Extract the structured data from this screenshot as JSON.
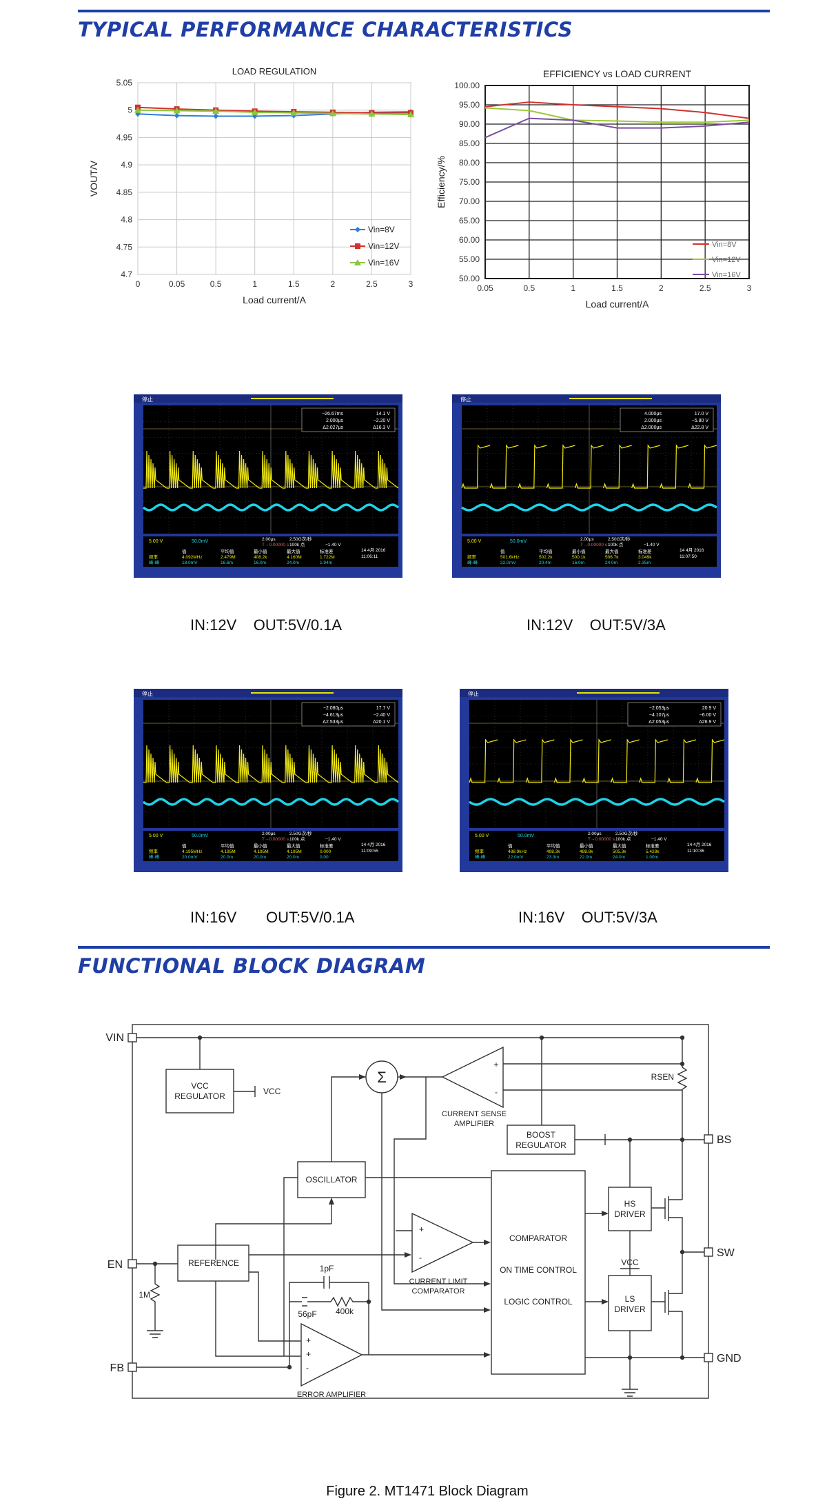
{
  "sections": {
    "performance": "TYPICAL PERFORMANCE CHARACTERISTICS",
    "block": "FUNCTIONAL BLOCK DIAGRAM"
  },
  "colors": {
    "brand": "#1f3fa6",
    "scope_frame": "#22389a",
    "trace_yellow": "#f2ea12",
    "trace_cyan": "#1ed2e8"
  },
  "chart_data": [
    {
      "type": "line",
      "title": "LOAD   REGULATION",
      "xlabel": "Load current/A",
      "ylabel": "VOUT/V",
      "categories": [
        "0",
        "0.05",
        "0.5",
        "1",
        "1.5",
        "2",
        "2.5",
        "3"
      ],
      "ylim": [
        4.7,
        5.05
      ],
      "yticks": [
        "5.05",
        "5",
        "4.95",
        "4.9",
        "4.85",
        "4.8",
        "4.75",
        "4.7"
      ],
      "grid": true,
      "legend_position": "bottom-right",
      "series": [
        {
          "name": "Vin=8V",
          "color": "#2f7fd3",
          "marker": "diamond",
          "values": [
            4.993,
            4.99,
            4.989,
            4.989,
            4.99,
            4.993,
            4.996,
            4.997
          ]
        },
        {
          "name": "Vin=12V",
          "color": "#d2322d",
          "marker": "square",
          "values": [
            5.005,
            5.002,
            5.0,
            4.998,
            4.997,
            4.996,
            4.995,
            4.995
          ]
        },
        {
          "name": "Vin=16V",
          "color": "#8cc63f",
          "marker": "triangle",
          "values": [
            5.0,
            4.999,
            4.998,
            4.996,
            4.995,
            4.994,
            4.993,
            4.992
          ]
        }
      ]
    },
    {
      "type": "line",
      "title": "EFFICIENCY vs LOAD CURRENT",
      "xlabel": "Load current/A",
      "ylabel": "Efficiency/%",
      "categories": [
        "0.05",
        "0.5",
        "1",
        "1.5",
        "2",
        "2.5",
        "3"
      ],
      "ylim": [
        50,
        100
      ],
      "yticks": [
        "100.00",
        "95.00",
        "90.00",
        "85.00",
        "80.00",
        "75.00",
        "70.00",
        "65.00",
        "60.00",
        "55.00",
        "50.00"
      ],
      "grid": true,
      "legend_position": "bottom-right",
      "series": [
        {
          "name": "Vin=8V",
          "color": "#d2322d",
          "values": [
            94.5,
            95.7,
            95.0,
            94.5,
            94.0,
            93.0,
            91.5
          ]
        },
        {
          "name": "Vin=12V",
          "color": "#9bc83a",
          "values": [
            94.2,
            93.5,
            91.0,
            90.8,
            90.5,
            90.5,
            91.0
          ]
        },
        {
          "name": "Vin=16V",
          "color": "#7a4da3",
          "values": [
            86.5,
            91.5,
            91.0,
            89.0,
            89.0,
            89.5,
            90.5
          ]
        }
      ]
    }
  ],
  "scopes": [
    {
      "caption": "IN:12V    OUT:5V/0.1A",
      "status": "停止",
      "cursor": [
        "−26.67ms",
        "14.1 V",
        "2.000μs",
        "−2.20 V",
        "Δ2.027μs",
        "Δ16.3 V"
      ],
      "ch1": "5.00 V",
      "ch2": "50.0mV",
      "timebase": "2.00μs",
      "rate": "2.50G次/秒",
      "points": "100k 点",
      "trig": "−1.40 V",
      "trigpos": "T→0.00000 s",
      "date": "14 4月  2016",
      "time": "11:06:11",
      "stats_head": [
        "值",
        "平均值",
        "最小值",
        "最大值",
        "标准差"
      ],
      "row1": [
        "频率",
        "4.092MHz",
        "2.479M",
        "408.2k",
        "4.160M",
        "1.722M"
      ],
      "row2": [
        "峰-峰",
        "18.0mV",
        "16.6m",
        "16.0m",
        "24.0m",
        "1.94m"
      ]
    },
    {
      "caption": "IN:12V    OUT:5V/3A",
      "status": "停止",
      "cursor": [
        "4.000μs",
        "17.0 V",
        "2.000μs",
        "−5.80 V",
        "Δ2.000μs",
        "Δ22.8 V"
      ],
      "ch1": "5.00 V",
      "ch2": "50.0mV",
      "timebase": "2.00μs",
      "rate": "2.50G次/秒",
      "points": "100k 点",
      "trig": "−1.40 V",
      "trigpos": "T→0.00000 s",
      "date": "14 4月  2016",
      "time": "11:07:50",
      "stats_head": [
        "值",
        "平均值",
        "最小值",
        "最大值",
        "标准差"
      ],
      "row1": [
        "频率",
        "501.6kHz",
        "502.2k",
        "500.1k",
        "506.7k",
        "3.049k"
      ],
      "row2": [
        "峰-峰",
        "22.0mV",
        "20.4m",
        "16.0m",
        "24.0m",
        "2.35m"
      ]
    },
    {
      "caption": "IN:16V       OUT:5V/0.1A",
      "status": "停止",
      "cursor": [
        "−2.080μs",
        "17.7 V",
        "−4.613μs",
        "−2.40 V",
        "Δ2.533μs",
        "Δ20.1 V"
      ],
      "ch1": "5.00 V",
      "ch2": "50.0mV",
      "timebase": "2.00μs",
      "rate": "2.50G次/秒",
      "points": "100k 点",
      "trig": "−1.40 V",
      "trigpos": "T→0.00000 s",
      "date": "14 4月  2016",
      "time": "11:09:55",
      "stats_head": [
        "值",
        "平均值",
        "最小值",
        "最大值",
        "标准差"
      ],
      "row1": [
        "频率",
        "4.195MHz",
        "4.195M",
        "4.195M",
        "4.195M",
        "0.000"
      ],
      "row2": [
        "峰-峰",
        "20.0mV",
        "20.0m",
        "20.0m",
        "20.0m",
        "0.00"
      ]
    },
    {
      "caption": "IN:16V    OUT:5V/3A",
      "status": "停止",
      "cursor": [
        "−2.053μs",
        "20.9 V",
        "−4.107μs",
        "−6.00 V",
        "Δ2.053μs",
        "Δ26.9 V"
      ],
      "ch1": "5.00 V",
      "ch2": "50.0mV",
      "timebase": "2.00μs",
      "rate": "2.50G次/秒",
      "points": "100k 点",
      "trig": "−1.40 V",
      "trigpos": "T→0.00000 s",
      "date": "14 4月  2016",
      "time": "11:10:36",
      "stats_head": [
        "值",
        "平均值",
        "最小值",
        "最大值",
        "标准差"
      ],
      "row1": [
        "频率",
        "488.9kHz",
        "498.3k",
        "488.8k",
        "505.3k",
        "5.428k"
      ],
      "row2": [
        "峰-峰",
        "22.0mV",
        "23.3m",
        "22.0m",
        "24.0m",
        "1.00m"
      ]
    }
  ],
  "block": {
    "pins": {
      "vin": "VIN",
      "en": "EN",
      "fb": "FB",
      "bs": "BS",
      "sw": "SW",
      "gnd": "GND"
    },
    "vcc_reg": [
      "VCC",
      "REGULATOR"
    ],
    "vcc": "VCC",
    "rsen": "RSEN",
    "sigma": "Σ",
    "csa": [
      "CURRENT SENSE",
      "AMPLIFIER"
    ],
    "boost": [
      "BOOST",
      "REGULATOR"
    ],
    "osc": "OSCILLATOR",
    "ref": "REFERENCE",
    "clc": [
      "CURRENT LIMIT",
      "COMPARATOR"
    ],
    "logic": [
      "COMPARATOR",
      "ON TIME CONTROL",
      "LOGIC CONTROL"
    ],
    "hs": [
      "HS",
      "DRIVER"
    ],
    "ls": [
      "LS",
      "DRIVER"
    ],
    "vcc2": "VCC",
    "r1m": "1M",
    "c1p": "1pF",
    "c56": "56pF",
    "r400": "400k",
    "ea": "ERROR AMPLIFIER",
    "plus": "+",
    "minus": "-"
  },
  "figure_caption": "Figure 2. MT1471 Block Diagram"
}
